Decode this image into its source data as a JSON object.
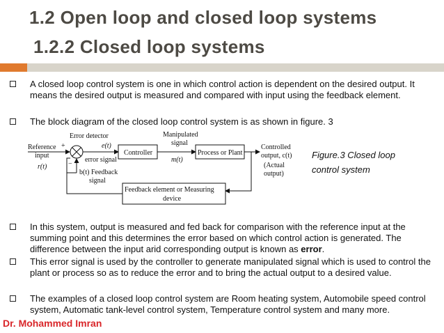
{
  "title": {
    "line1": "1.2 Open loop and closed loop systems",
    "line2": "1.2.2 Closed loop systems"
  },
  "bullets": [
    {
      "text": "A closed loop control system is one in which control action is dependent on the desired output. It means the desired output is measured and compared with input using the feedback element."
    },
    {
      "text": "The block diagram of the closed loop control system is as shown in figure. 3"
    },
    {
      "text_before": "In this system, output is measured and fed back for comparison with the reference input at the summing point and this determines the error based on which control action is generated. The difference between the input arid corresponding output is known as ",
      "bold": "error",
      "text_after": "."
    },
    {
      "text": "This error signal is used by the controller to generate manipulated signal which is used to control the plant or process so as to reduce the error and to bring the actual output to a desired value."
    },
    {
      "text": "The examples of a closed loop control system are Room heating system, Automobile speed control system, Automatic tank-level control system, Temperature control system and many more."
    }
  ],
  "diagram": {
    "reference_input": "Reference",
    "input_label": "input",
    "r_t": "r(t)",
    "plus": "+",
    "minus": "−",
    "error_detector": "Error detector",
    "error_signal": "error signal",
    "e_t": "e(t)",
    "controller": "Controller",
    "manipulated": "Manipulated",
    "signal": "signal",
    "m_t": "m(t)",
    "process": "Process or Plant",
    "controlled": "Controlled",
    "output_c": "output, c(t)",
    "actual": "(Actual",
    "output": "output)",
    "b_t": "b(t) Feedback",
    "feedback_signal": "signal",
    "feedback_element": "Feedback element or Measuring",
    "device": "device"
  },
  "caption": {
    "line1": "Figure.3 Closed loop",
    "line2": "control system"
  },
  "footer": "Dr. Mohammed Imran"
}
